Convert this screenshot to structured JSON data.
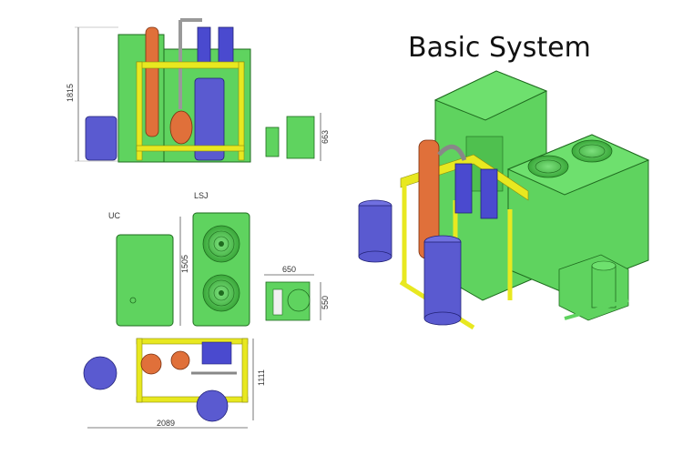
{
  "title": "Basic System",
  "front_view": {
    "height_dim": "1815",
    "side_height_dim": "663"
  },
  "top_view": {
    "label_uc": "UC",
    "label_lsj": "LSJ",
    "lsj_height_dim": "1505",
    "side_width_dim": "650",
    "side_height_dim": "550"
  },
  "plan_view": {
    "depth_dim": "1111",
    "width_dim": "2089"
  },
  "colors": {
    "green": "#5fd35f",
    "blue": "#5555cc",
    "orange": "#e0703a",
    "yellow": "#e8e820",
    "frame": "#1f6b1f"
  }
}
